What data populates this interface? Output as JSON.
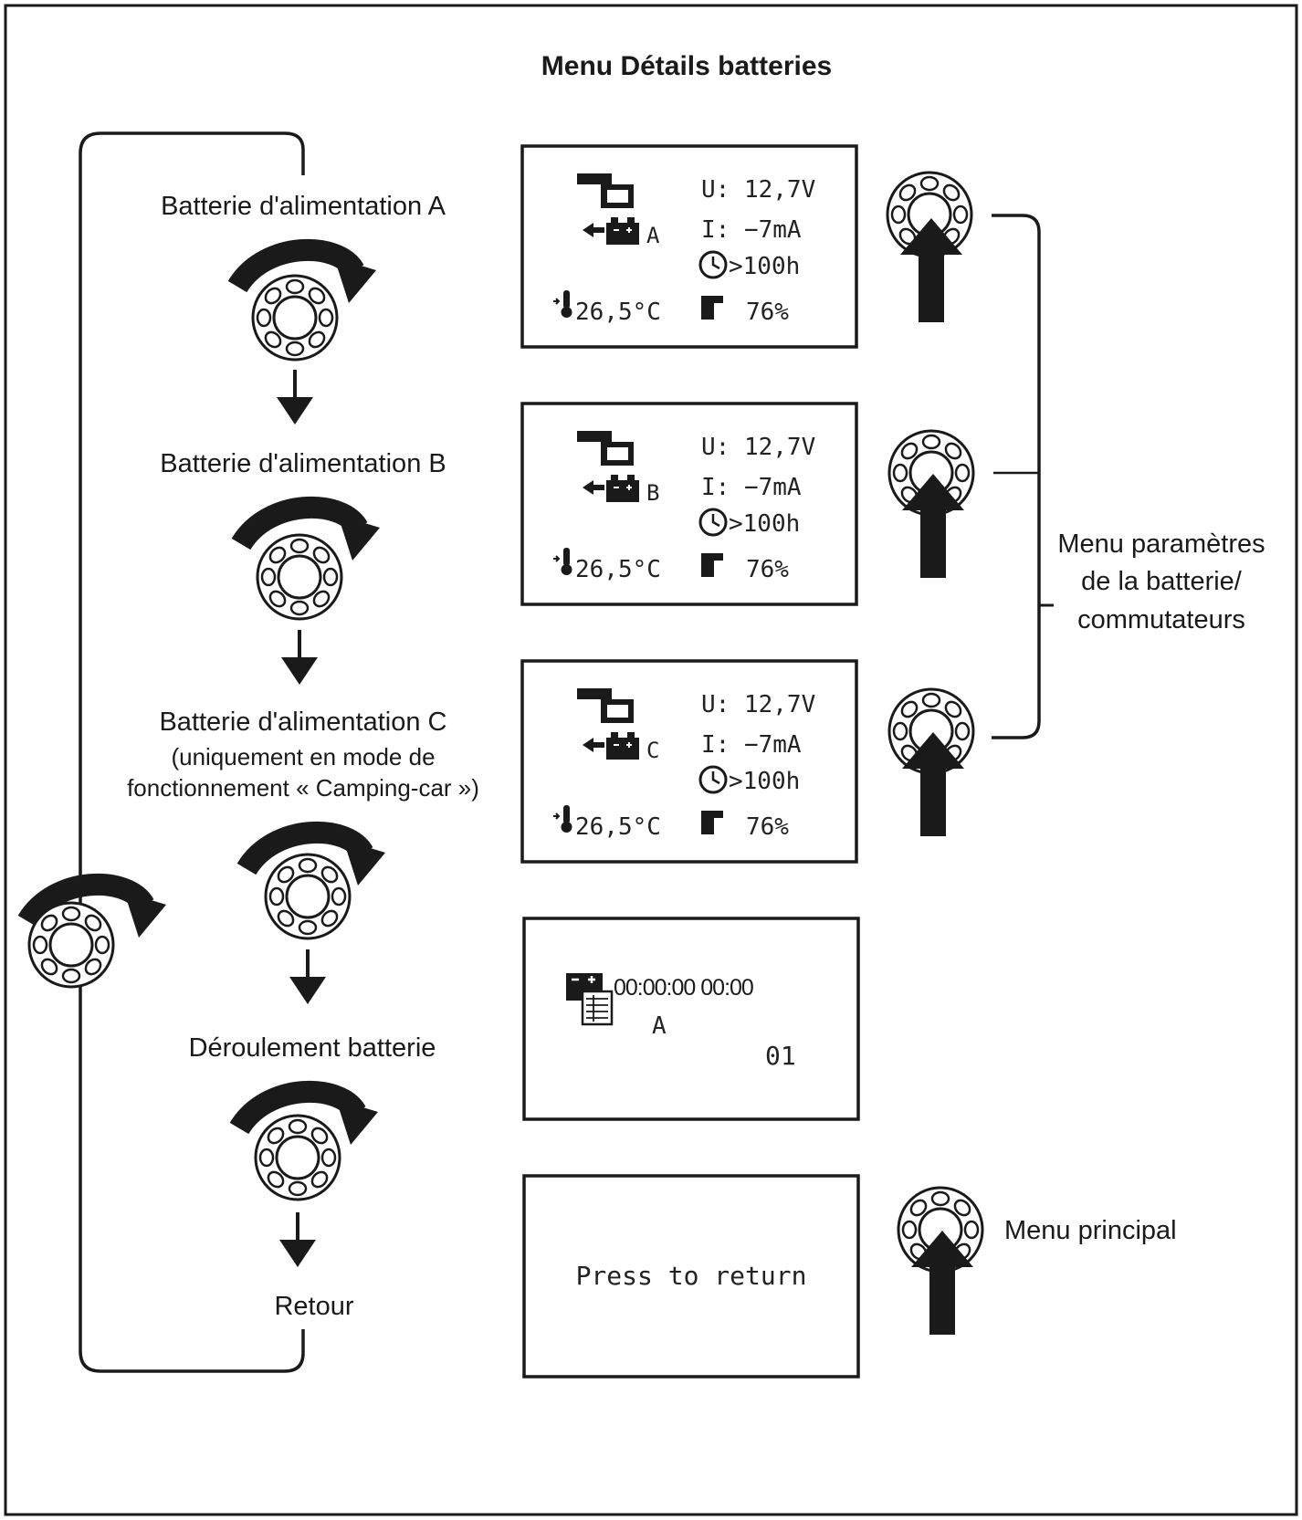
{
  "title": "Menu Détails batteries",
  "steps": [
    {
      "label": "Batterie d'alimentation A"
    },
    {
      "label": "Batterie d'alimentation B"
    },
    {
      "label": "Batterie d'alimentation C",
      "note_line1": "(uniquement en mode de",
      "note_line2": "fonctionnement « Camping-car »)"
    },
    {
      "label": "Déroulement batterie"
    },
    {
      "label": "Retour"
    }
  ],
  "screens": [
    {
      "battery": "A",
      "voltage": "U: 12,7V",
      "current": "I:  −7mA",
      "time": ">100h",
      "temperature": "26,5°C",
      "charge": "76%"
    },
    {
      "battery": "B",
      "voltage": "U: 12,7V",
      "current": "I:  −7mA",
      "time": ">100h",
      "temperature": "26,5°C",
      "charge": "76%"
    },
    {
      "battery": "C",
      "voltage": "U: 12,7V",
      "current": "I:  −7mA",
      "time": ">100h",
      "temperature": "26,5°C",
      "charge": "76%"
    }
  ],
  "history_screen": {
    "datetime": "00:00:00 00:00",
    "battery": "A",
    "index": "01"
  },
  "return_screen": {
    "text": "Press to return"
  },
  "settings_label": {
    "line1": "Menu paramètres",
    "line2": "de la batterie/",
    "line3": "commutateurs"
  },
  "main_menu_label": "Menu principal",
  "colors": {
    "ink": "#1a1a1a",
    "background": "#ffffff"
  },
  "icons": [
    "rotary-knob-icon",
    "rotate-clockwise-arrow-icon",
    "push-arrow-icon",
    "down-arrow-icon",
    "battery-icon",
    "clock-icon",
    "thermometer-icon",
    "charge-level-icon",
    "log-icon"
  ]
}
